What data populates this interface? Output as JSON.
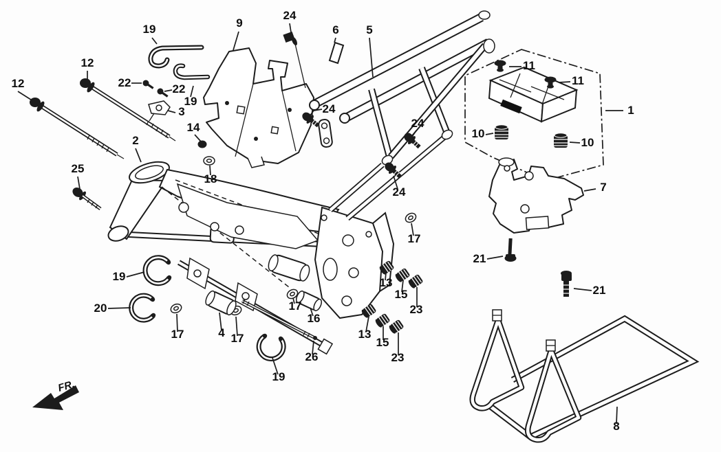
{
  "diagram": {
    "fr_label": "FR.",
    "background": "#fdfdfd",
    "line_color": "#1c1c1c",
    "callouts": [
      {
        "n": "19"
      },
      {
        "n": "9"
      },
      {
        "n": "24"
      },
      {
        "n": "6"
      },
      {
        "n": "5"
      },
      {
        "n": "12"
      },
      {
        "n": "12"
      },
      {
        "n": "22"
      },
      {
        "n": "22"
      },
      {
        "n": "19"
      },
      {
        "n": "3"
      },
      {
        "n": "14"
      },
      {
        "n": "2"
      },
      {
        "n": "25"
      },
      {
        "n": "18"
      },
      {
        "n": "24"
      },
      {
        "n": "24"
      },
      {
        "n": "24"
      },
      {
        "n": "17"
      },
      {
        "n": "11"
      },
      {
        "n": "11"
      },
      {
        "n": "1"
      },
      {
        "n": "10"
      },
      {
        "n": "10"
      },
      {
        "n": "7"
      },
      {
        "n": "21"
      },
      {
        "n": "21"
      },
      {
        "n": "13"
      },
      {
        "n": "15"
      },
      {
        "n": "23"
      },
      {
        "n": "13"
      },
      {
        "n": "15"
      },
      {
        "n": "23"
      },
      {
        "n": "19"
      },
      {
        "n": "20"
      },
      {
        "n": "17"
      },
      {
        "n": "4"
      },
      {
        "n": "17"
      },
      {
        "n": "17"
      },
      {
        "n": "16"
      },
      {
        "n": "26"
      },
      {
        "n": "19"
      },
      {
        "n": "8"
      }
    ]
  }
}
